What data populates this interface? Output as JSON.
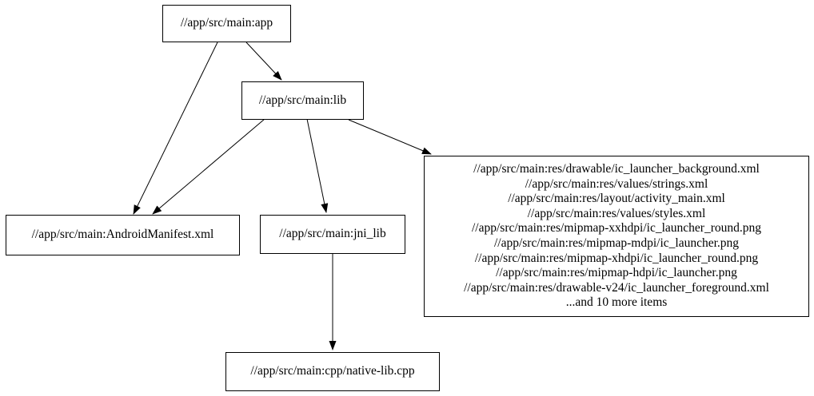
{
  "diagram": {
    "type": "dependency-graph",
    "colors": {
      "background": "#ffffff",
      "node_border": "#000000",
      "text": "#000000",
      "edge": "#000000"
    },
    "nodes": {
      "app": {
        "label": "//app/src/main:app"
      },
      "lib": {
        "label": "//app/src/main:lib"
      },
      "manifest": {
        "label": "//app/src/main:AndroidManifest.xml"
      },
      "jni_lib": {
        "label": "//app/src/main:jni_lib"
      },
      "native_lib": {
        "label": "//app/src/main:cpp/native-lib.cpp"
      },
      "resources": {
        "lines": [
          "//app/src/main:res/drawable/ic_launcher_background.xml",
          "//app/src/main:res/values/strings.xml",
          "//app/src/main:res/layout/activity_main.xml",
          "//app/src/main:res/values/styles.xml",
          "//app/src/main:res/mipmap-xxhdpi/ic_launcher_round.png",
          "//app/src/main:res/mipmap-mdpi/ic_launcher.png",
          "//app/src/main:res/mipmap-xhdpi/ic_launcher_round.png",
          "//app/src/main:res/mipmap-hdpi/ic_launcher.png",
          "//app/src/main:res/drawable-v24/ic_launcher_foreground.xml",
          "...and 10 more items"
        ]
      }
    },
    "edges": [
      {
        "from": "//app/src/main:app",
        "to": "//app/src/main:lib"
      },
      {
        "from": "//app/src/main:app",
        "to": "//app/src/main:AndroidManifest.xml"
      },
      {
        "from": "//app/src/main:lib",
        "to": "//app/src/main:AndroidManifest.xml"
      },
      {
        "from": "//app/src/main:lib",
        "to": "//app/src/main:jni_lib"
      },
      {
        "from": "//app/src/main:lib",
        "to": "resources-file-group"
      },
      {
        "from": "//app/src/main:jni_lib",
        "to": "//app/src/main:cpp/native-lib.cpp"
      }
    ]
  }
}
